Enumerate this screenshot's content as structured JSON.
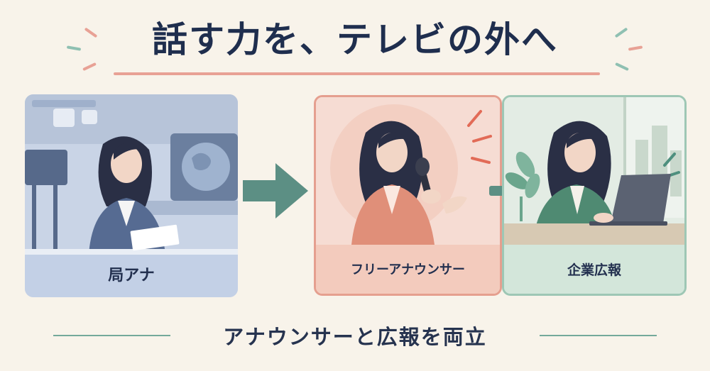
{
  "header": {
    "title": "話す力を、テレビの外へ"
  },
  "panels": [
    {
      "label": "局アナ",
      "scene_icon": "news-studio-anchor-illustration"
    },
    {
      "label": "フリーアナウンサー",
      "scene_icon": "freelance-announcer-microphone-illustration"
    },
    {
      "label": "企業広報",
      "scene_icon": "corporate-pr-laptop-illustration"
    }
  ],
  "footer": {
    "text": "アナウンサーと広報を両立"
  },
  "colors": {
    "navy": "#1f2e4e",
    "coral": "#e8a195",
    "teal": "#5c8f84",
    "background": "#f8f3ea"
  }
}
